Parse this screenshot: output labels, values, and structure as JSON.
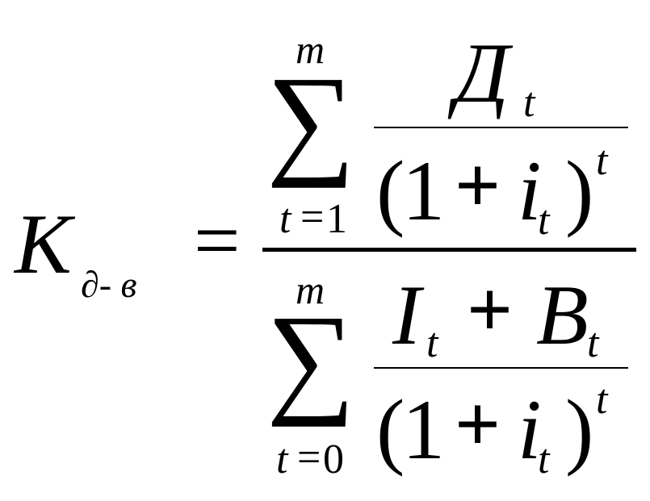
{
  "formula": {
    "lhs": {
      "symbol": "K",
      "subscript": "∂- в",
      "equals": "="
    },
    "numerator": {
      "sum": {
        "sigma": "∑",
        "upper": "m",
        "lower_var": "t",
        "lower_eq": "=",
        "lower_val": "1"
      },
      "term_num": {
        "symbol": "Д",
        "subscript": "t"
      },
      "term_den": {
        "lparen": "(",
        "one": "1",
        "plus": "+",
        "i": "i",
        "i_subscript": "t",
        "rparen": ")",
        "exponent": "t"
      }
    },
    "denominator": {
      "sum": {
        "sigma": "∑",
        "upper": "m",
        "lower_var": "t",
        "lower_eq": "=",
        "lower_val": "0"
      },
      "term_num": {
        "symbol1": "I",
        "subscript1": "t",
        "plus": "+",
        "symbol2": "B",
        "subscript2": "t"
      },
      "term_den": {
        "lparen": "(",
        "one": "1",
        "plus": "+",
        "i": "i",
        "i_subscript": "t",
        "rparen": ")",
        "exponent": "t"
      }
    }
  }
}
